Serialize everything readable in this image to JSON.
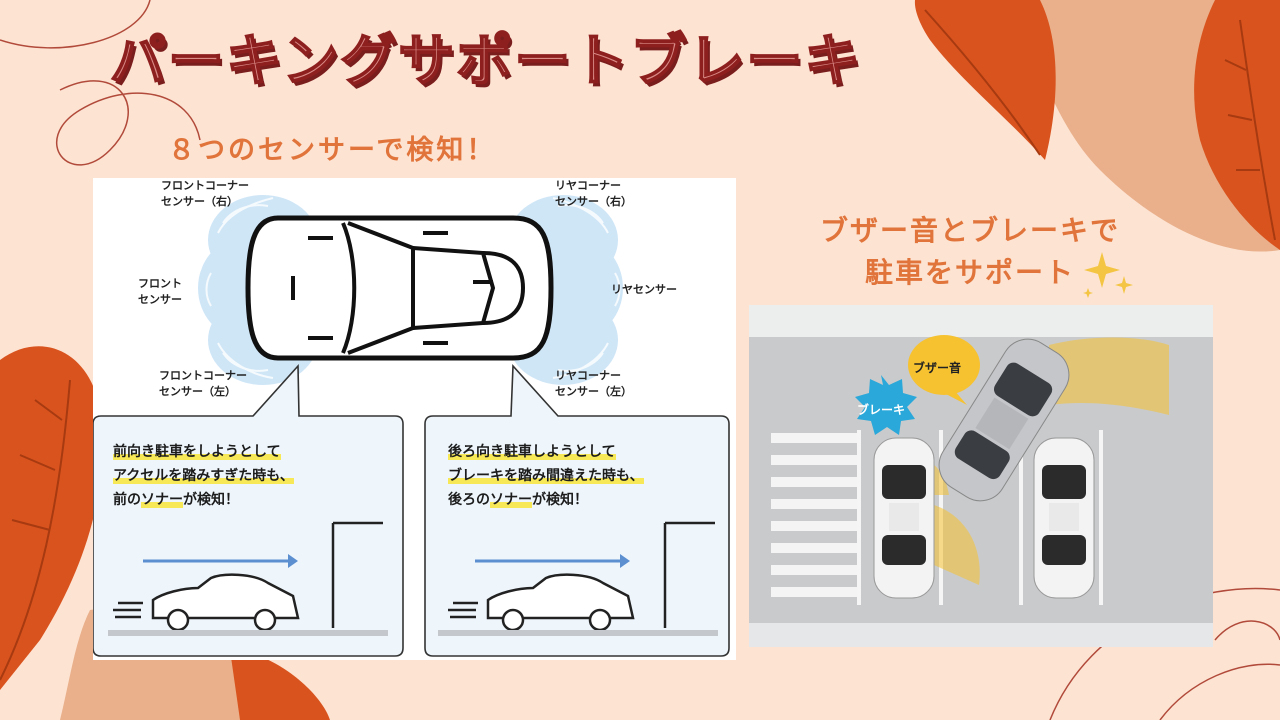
{
  "title": "パーキングサポートブレーキ",
  "subtitle_left": "８つのセンサーで検知！",
  "subtitle_right_line1": "ブザー音とブレーキで",
  "subtitle_right_line2": "駐車をサポート",
  "sensors": {
    "front_corner_right": "フロントコーナー\nセンサー（右）",
    "front": "フロント\nセンサー",
    "front_corner_left": "フロントコーナー\nセンサー（左）",
    "rear_corner_right": "リヤコーナー\nセンサー（右）",
    "rear": "リヤセンサー",
    "rear_corner_left": "リヤコーナー\nセンサー（左）"
  },
  "callout_front": {
    "line1": "前向き駐車をしようとして",
    "line2": "アクセルを踏みすぎた時も、",
    "line3_pre": "前の",
    "line3_hl": "ソナー",
    "line3_post": "が検知！"
  },
  "callout_rear": {
    "line1": "後ろ向き駐車しようとして",
    "line2": "ブレーキを踏み間違えた時も、",
    "line3_pre": "後ろの",
    "line3_hl": "ソナー",
    "line3_post": "が検知！"
  },
  "photo": {
    "buzzer_label": "ブザー音",
    "brake_label": "ブレーキ"
  },
  "colors": {
    "background": "#fde3d2",
    "title_fill": "#d98b86",
    "title_stroke": "#8e1f1f",
    "accent_orange": "#e0743a",
    "leaf_orange": "#d9531e",
    "sensor_wave": "#bcdcf3",
    "callout_bg": "#eaf4fb",
    "arrow_blue": "#5b8fd0",
    "highlight_yellow": "#f7e857",
    "buzzer_yellow": "#f6c230",
    "brake_blue": "#29a8d9"
  }
}
